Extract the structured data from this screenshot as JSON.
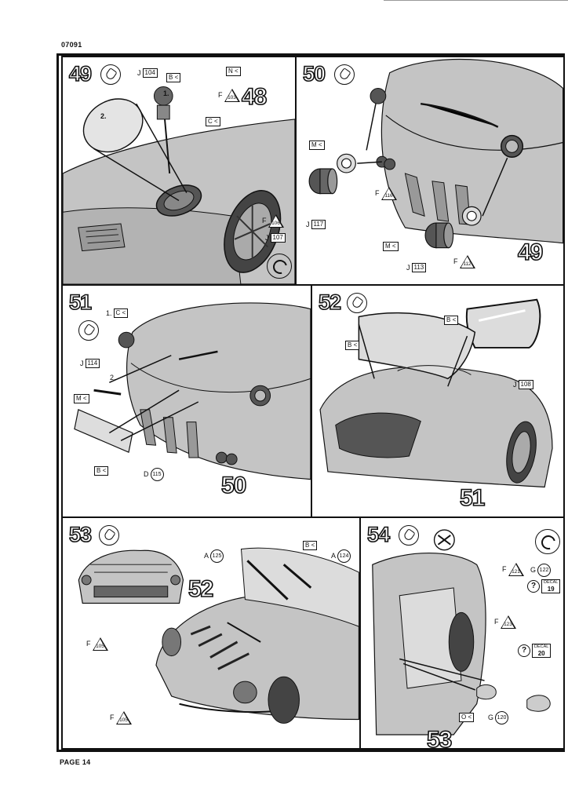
{
  "document": {
    "code": "07091",
    "page_label": "PAGE 14"
  },
  "steps": {
    "s49": {
      "number": "49",
      "ref_number": "48",
      "labels": {
        "j104": "J",
        "j104_n": "104",
        "b": "B",
        "n": "N",
        "one": "1.",
        "f103": "F",
        "f103_n": "103",
        "c": "C",
        "two": "2.",
        "f106": "F",
        "f106_n": "106",
        "j107": "J",
        "j107_n": "107"
      }
    },
    "s50": {
      "number": "50",
      "ref_number": "49",
      "labels": {
        "m1": "M",
        "f116": "F",
        "f116_n": "116",
        "j117": "J",
        "j117_n": "117",
        "m2": "M",
        "j113": "J",
        "j113_n": "113",
        "f112": "F",
        "f112_n": "112"
      }
    },
    "s51": {
      "number": "51",
      "ref_number": "50",
      "labels": {
        "one": "1.",
        "c": "C",
        "two": "2.",
        "j114": "J",
        "j114_n": "114",
        "m": "M",
        "b": "B",
        "d115": "D",
        "d115_n": "115"
      }
    },
    "s52": {
      "number": "52",
      "ref_number": "51",
      "labels": {
        "b1": "B",
        "b2": "B",
        "j108": "J",
        "j108_n": "108"
      }
    },
    "s53": {
      "number": "53",
      "ref_number": "52",
      "labels": {
        "a125": "A",
        "a125_n": "125",
        "b": "B",
        "a124": "A",
        "a124_n": "124",
        "f105a": "F",
        "f105a_n": "105",
        "f105b": "F",
        "f105b_n": "105"
      }
    },
    "s54": {
      "number": "54",
      "ref_number": "53",
      "labels": {
        "f121": "F",
        "f121_n": "121",
        "g122": "G",
        "g122_n": "122",
        "decal19_word": "DECAL",
        "decal19_n": "19",
        "f123": "F",
        "f123_n": "123",
        "decal20_word": "DECAL",
        "decal20_n": "20",
        "o": "O",
        "g120": "G",
        "g120_n": "120"
      }
    }
  },
  "icons": {
    "glue": "glue-tube-icon",
    "rotate": "rotate-view-icon",
    "decal": "decal-question-icon",
    "paint": "paint-bottle-icon"
  },
  "colors": {
    "ink": "#111111",
    "body_grey": "#bdbdbd",
    "light_grey": "#d9d9d9",
    "dark_grey": "#8a8a8a"
  }
}
